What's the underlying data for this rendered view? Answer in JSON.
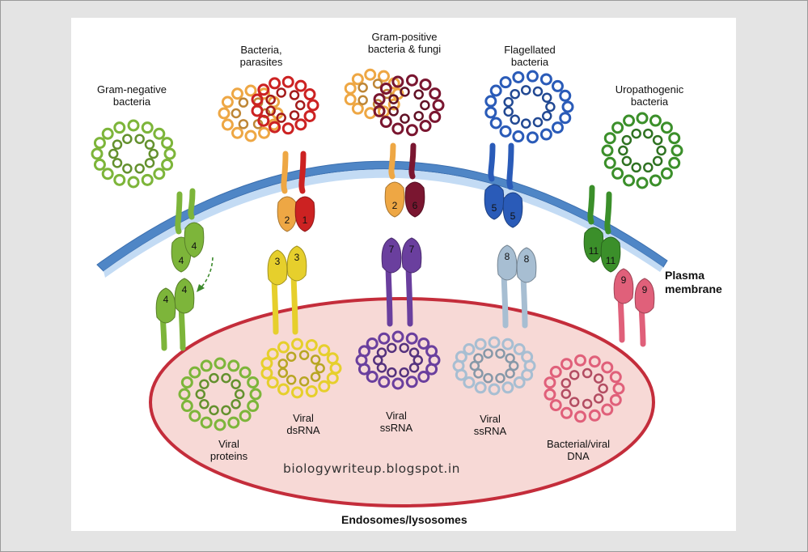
{
  "colors": {
    "membrane": "#4f86c6",
    "membrane_light": "#c3dbf4",
    "endosome_border": "#c42d3b",
    "endosome_fill": "#f7d9d6",
    "tlr4": "#7db53a",
    "tlr2": "#eea744",
    "tlr1": "#cc2222",
    "tlr6": "#7a1630",
    "tlr5": "#2a5bb8",
    "tlr11": "#3b8f2a",
    "tlr3": "#e6cf2c",
    "tlr7": "#6a3f9e",
    "tlr8": "#a7bed2",
    "tlr9": "#e0607a"
  },
  "labels": {
    "gram_negative": [
      "Gram-negative",
      "bacteria"
    ],
    "bacteria_parasites": [
      "Bacteria,",
      "parasites"
    ],
    "gram_positive": [
      "Gram-positive",
      "bacteria & fungi"
    ],
    "flagellated": [
      "Flagellated",
      "bacteria"
    ],
    "uropathogenic": [
      "Uropathogenic",
      "bacteria"
    ],
    "plasma_membrane": [
      "Plasma",
      "membrane"
    ],
    "viral_proteins": [
      "Viral",
      "proteins"
    ],
    "viral_dsrna": [
      "Viral",
      "dsRNA"
    ],
    "viral_ssrna_1": [
      "Viral",
      "ssRNA"
    ],
    "viral_ssrna_2": [
      "Viral",
      "ssRNA"
    ],
    "bacterial_viral_dna": [
      "Bacterial/viral",
      "DNA"
    ],
    "endosomes": "Endosomes/lysosomes",
    "watermark": "biologywriteup.blogspot.in"
  },
  "receptors": {
    "tlr4_surface": [
      "4",
      "4"
    ],
    "tlr2_1": [
      "2",
      "1"
    ],
    "tlr2_6": [
      "2",
      "6"
    ],
    "tlr5": [
      "5",
      "5"
    ],
    "tlr11": [
      "11",
      "11"
    ],
    "tlr4_endo": [
      "4",
      "4"
    ],
    "tlr3": [
      "3",
      "3"
    ],
    "tlr7": [
      "7",
      "7"
    ],
    "tlr8": [
      "8",
      "8"
    ],
    "tlr9": [
      "9",
      "9"
    ]
  }
}
